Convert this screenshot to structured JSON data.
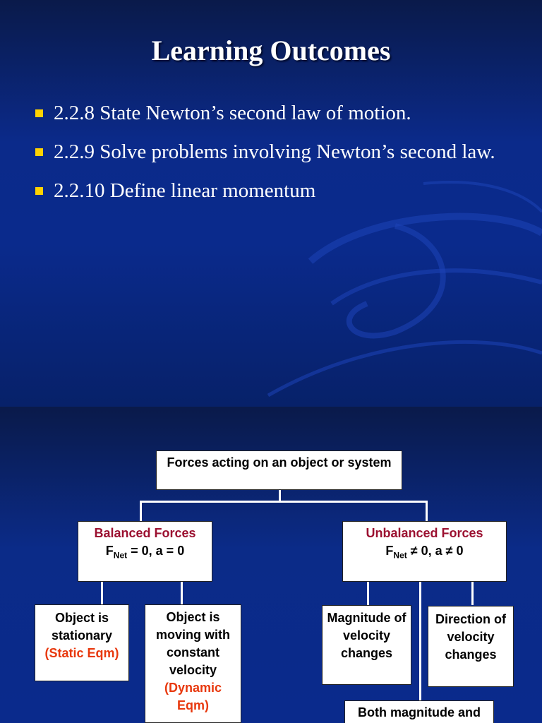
{
  "slide1": {
    "title": "Learning Outcomes",
    "bullets": [
      "2.2.8 State Newton’s second law of motion.",
      "2.2.9 Solve problems involving Newton’s second law.",
      "2.2.10 Define linear momentum"
    ]
  },
  "slide2": {
    "root": "Forces acting on an object or system",
    "balanced": {
      "title": "Balanced Forces",
      "f": "F",
      "sub": "Net",
      "eq": " = 0, a = 0"
    },
    "unbalanced": {
      "title": "Unbalanced Forces",
      "f": "F",
      "sub": "Net",
      "eq": " ≠ 0, a ≠ 0"
    },
    "stationary": {
      "text": "Object is stationary",
      "note": "(Static Eqm)"
    },
    "moving": {
      "text": "Object is moving with constant velocity",
      "note": "(Dynamic Eqm)"
    },
    "magnitude": "Magnitude of velocity changes",
    "direction": "Direction of velocity changes",
    "both": "Both magnitude and"
  },
  "colors": {
    "background": "#0a2a8c",
    "bullet": "#ffd200",
    "balanced_title": "#9b1030",
    "eqm_note": "#e8380d"
  }
}
